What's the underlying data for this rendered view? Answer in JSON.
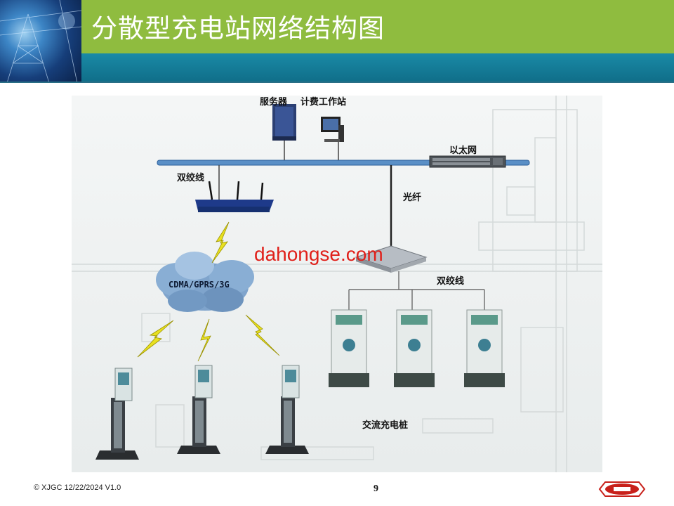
{
  "slide": {
    "title": "分散型充电站网络结构图",
    "footer": "© XJGC  12/22/2024  V1.0",
    "page_number": "9",
    "watermark": "dahongse.com"
  },
  "diagram": {
    "server_label": "服务器",
    "workstation_label": "计费工作站",
    "ethernet_label": "以太网",
    "twisted_pair_top_label": "双绞线",
    "fiber_label": "光纤",
    "cloud_label": "CDMA/GPRS/3G",
    "twisted_pair_right_label": "双绞线",
    "ac_charger_label": "交流充电桩"
  },
  "colors": {
    "header_green": "#8fbc3f",
    "header_teal": "#1a8aa6",
    "watermark_red": "#e0201a",
    "lightning_yellow": "#e8e020"
  }
}
